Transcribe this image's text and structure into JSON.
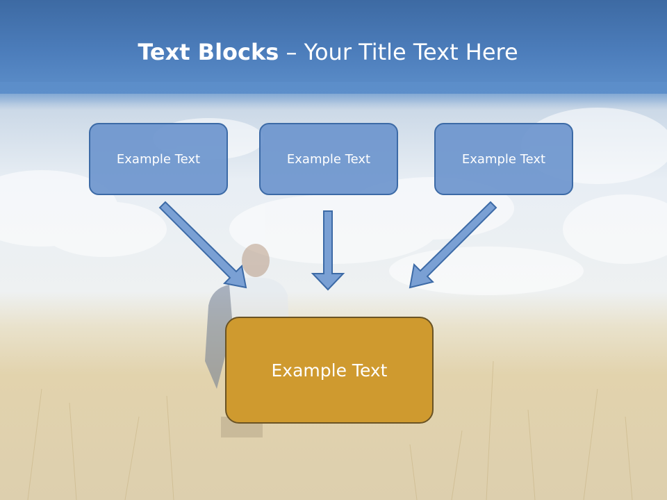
{
  "title": {
    "bold": "Text Blocks",
    "dash": " – ",
    "rest": "Your Title Text Here"
  },
  "boxes": {
    "left": "Example Text",
    "center": "Example Text",
    "right": "Example Text",
    "bottom": "Example Text"
  },
  "colors": {
    "title_band": "#4c7dbb",
    "blue_box_fill": "#6e96cd",
    "blue_box_border": "#3c6aa6",
    "gold_box_fill": "#cf9a2f",
    "gold_box_border": "#6a5324",
    "arrow_fill": "#7aa0d4",
    "arrow_stroke": "#3c6aa6"
  }
}
